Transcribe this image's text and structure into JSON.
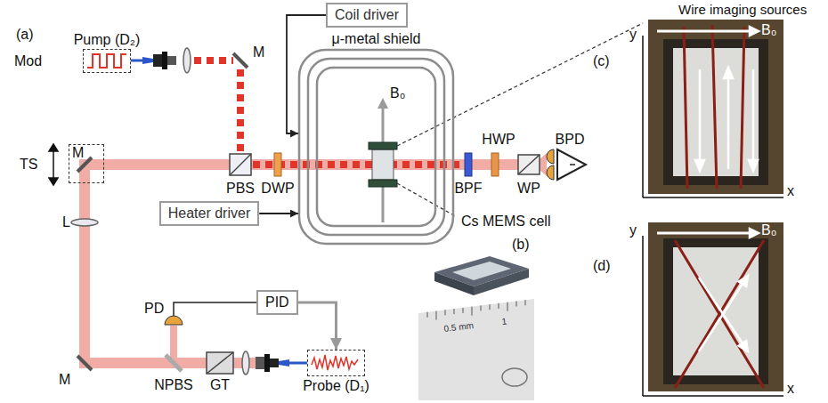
{
  "diagram": {
    "nodes": [
      {
        "text": [
          "Pump (D₂)"
        ]
      },
      {
        "text": [
          "M"
        ]
      },
      {
        "text": [
          "Coil driver"
        ]
      },
      {
        "text": [
          "μ-metal shield"
        ]
      },
      {
        "text": [
          "Heater driver"
        ]
      },
      {
        "text": [
          "PID"
        ]
      },
      {
        "text": [
          "Probe (D₁)"
        ]
      }
    ],
    "edges": [
      {
        "from": 2,
        "to": 3,
        "arrow": "to"
      },
      {
        "from": 4,
        "to": 3,
        "arrow": "to"
      },
      {
        "from": 5,
        "to": 6,
        "arrow": "to"
      }
    ],
    "labels": [
      "(a)",
      "Mod",
      "M",
      "TS",
      "L",
      "PBS",
      "DWP",
      "B₀",
      "Cs MEMS cell",
      "BPF",
      "HWP",
      "WP",
      "BPD",
      "M",
      "PD",
      "NPBS",
      "GT",
      "(b)",
      "0.5 mm",
      "1",
      "Wire imaging sources",
      "(c)",
      "y",
      "x",
      "B₀",
      "(d)",
      "y",
      "x",
      "B₀"
    ]
  }
}
